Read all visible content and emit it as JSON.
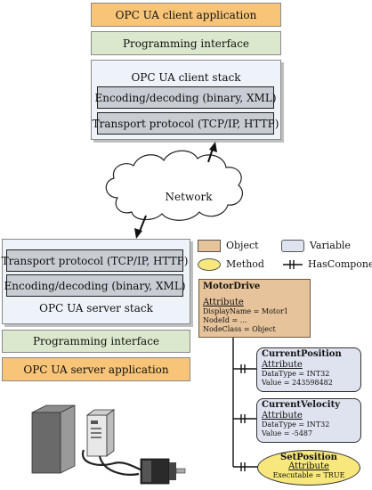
{
  "client": {
    "application": "OPC UA client application",
    "programming_interface": "Programming interface",
    "stack_title": "OPC UA client stack",
    "encoding": "Encoding/decoding (binary, XML)",
    "transport": "Transport protocol (TCP/IP, HTTP)"
  },
  "network_label": "Network",
  "server": {
    "transport": "Transport protocol (TCP/IP, HTTP)",
    "encoding": "Encoding/decoding (binary, XML)",
    "stack_title": "OPC UA server stack",
    "programming_interface": "Programming interface",
    "application": "OPC UA server application"
  },
  "legend": {
    "object": "Object",
    "variable": "Variable",
    "method": "Method",
    "has_component": "HasComponent"
  },
  "colors": {
    "application": "#f8c477",
    "interface": "#dbe8cd",
    "stack": "#eef2f9",
    "layer": "#c8ccd3",
    "object": "#e6c39a",
    "variable": "#dfe3ef",
    "method": "#f7e77c"
  },
  "address_space": {
    "object": {
      "name": "MotorDrive",
      "attribute_heading": "Attribute",
      "lines": [
        "DisplayName = Motor1",
        "NodeId = ...",
        "NodeClass = Object"
      ]
    },
    "variables": [
      {
        "name": "CurrentPosition",
        "attribute_heading": "Attribute",
        "lines": [
          "DataType = INT32",
          "Value = 243598482"
        ]
      },
      {
        "name": "CurrentVelocity",
        "attribute_heading": "Attribute",
        "lines": [
          "DataType = INT32",
          "Value = -5487"
        ]
      }
    ],
    "method": {
      "name": "SetPosition",
      "attribute_heading": "Attribute",
      "lines": [
        "Executable = TRUE"
      ]
    }
  },
  "illustration_icons": [
    "control-cabinet-icon",
    "servo-drive-icon",
    "motor-icon"
  ]
}
